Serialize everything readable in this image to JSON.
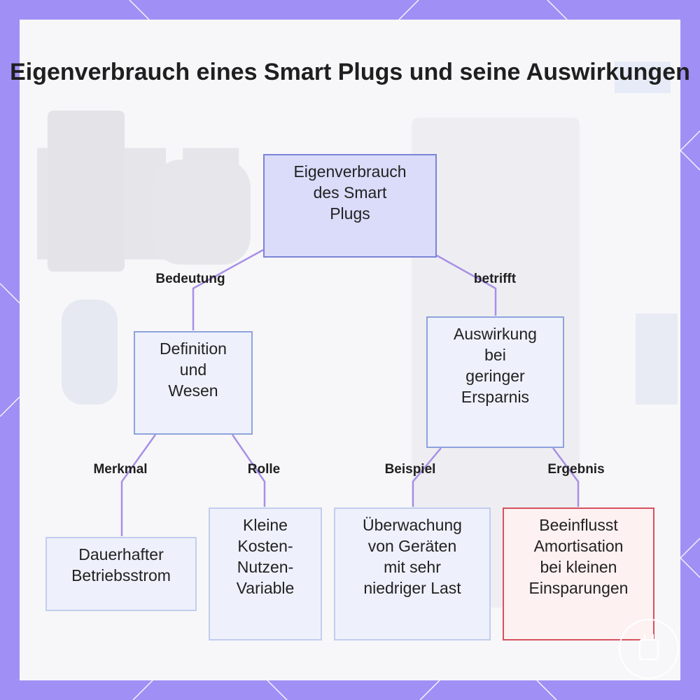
{
  "title": "Eigenverbrauch eines Smart Plugs und seine Auswirkungen",
  "colors": {
    "frame": "#a08ff5",
    "root_fill": "#dadcfa",
    "root_border": "#7b84d6",
    "node_fill": "#eef1fb",
    "node_border": "#8ea3dc",
    "highlight_border": "#d8505f",
    "edge": "#a98fe6"
  },
  "nodes": {
    "root": "Eigenverbrauch\ndes Smart\nPlugs",
    "definition": "Definition\nund\nWesen",
    "impact": "Auswirkung\nbei\ngeringer\nErsparnis",
    "dauer": "Dauerhafter\nBetriebsstrom",
    "klein": "Kleine\nKosten-\nNutzen-\nVariable",
    "ueberwachung": "Überwachung\nvon Geräten\nmit sehr\nniedriger Last",
    "beeinflusst": "Beeinflusst\nAmortisation\nbei kleinen\nEinsparungen"
  },
  "edges": {
    "bedeutung": "Bedeutung",
    "betrifft": "betrifft",
    "merkmal": "Merkmal",
    "rolle": "Rolle",
    "beispiel": "Beispiel",
    "ergebnis": "Ergebnis"
  },
  "decor": {
    "background_icon": "smart-plug-icon"
  }
}
